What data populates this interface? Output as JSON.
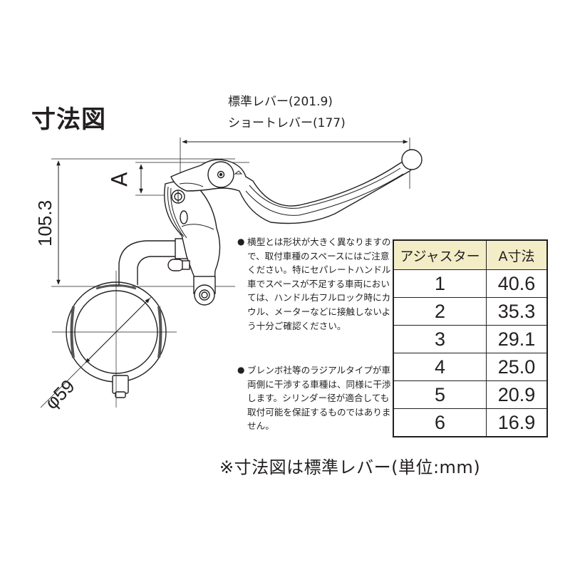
{
  "title": "寸法図",
  "lever_labels": {
    "standard": "標準レバー(201.9)",
    "short": "ショートレバー(177)"
  },
  "dimensions": {
    "height": "105.3",
    "adjuster_a": "A",
    "diameter": "φ59"
  },
  "notes": [
    {
      "bullet": "●",
      "text": "横型とは形状が大きく異なりますので、取付車種のスペースにはご注意ください。特にセパレートハンドル車でスペースが不足する車両においては、ハンドル右フルロック時にカウル、メーターなどに接触しないよう十分ご確認ください。"
    },
    {
      "bullet": "●",
      "text": "ブレンボ社等のラジアルタイプが車両側に干渉する車種は、同様に干渉します。シリンダー径が適合しても取付可能を保証するものではありません。"
    }
  ],
  "table": {
    "headers": [
      "アジャスター",
      "A寸法"
    ],
    "rows": [
      [
        "1",
        "40.6"
      ],
      [
        "2",
        "35.3"
      ],
      [
        "3",
        "29.1"
      ],
      [
        "4",
        "25.0"
      ],
      [
        "5",
        "20.9"
      ],
      [
        "6",
        "16.9"
      ]
    ],
    "header_bg": "#f3edc7"
  },
  "footer": "※寸法図は標準レバー(単位:mm)"
}
